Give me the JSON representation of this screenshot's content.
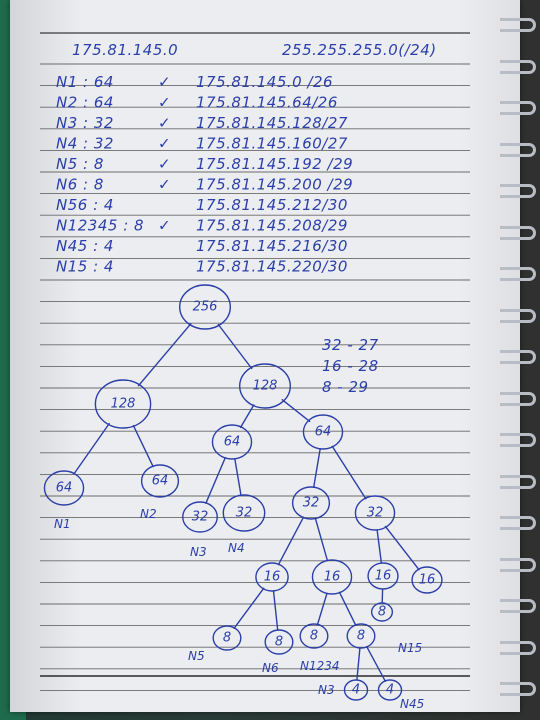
{
  "photo": {
    "subject": "spiral-notebook-page",
    "ink_color": "#2b3fa8",
    "paper_color": "#ecedf1",
    "rule_color": "#4a4a4a"
  },
  "header": {
    "network": "175.81.145.0",
    "mask": "255.255.255.0(/24)"
  },
  "subnets": [
    {
      "name": "N1 : 64",
      "check": "✓",
      "addr": "175.81.145.0 /26"
    },
    {
      "name": "N2 : 64",
      "check": "✓",
      "addr": "175.81.145.64/26"
    },
    {
      "name": "N3 : 32",
      "check": "✓",
      "addr": "175.81.145.128/27"
    },
    {
      "name": "N4 : 32",
      "check": "✓",
      "addr": "175.81.145.160/27"
    },
    {
      "name": "N5 : 8",
      "check": "✓",
      "addr": "175.81.145.192 /29"
    },
    {
      "name": "N6 : 8",
      "check": "✓",
      "addr": "175.81.145.200 /29"
    },
    {
      "name": "N56 : 4",
      "check": "",
      "addr": "175.81.145.212/30"
    },
    {
      "name": "N12345 : 8",
      "check": "✓",
      "addr": "175.81.145.208/29"
    },
    {
      "name": "N45 : 4",
      "check": "",
      "addr": "175.81.145.216/30"
    },
    {
      "name": "N15 : 4",
      "check": "",
      "addr": "175.81.145.220/30"
    }
  ],
  "prefix_notes": [
    "32 - 27",
    "16 - 28",
    "8 - 29"
  ],
  "tree": {
    "root": "256",
    "l1": [
      "128",
      "128"
    ],
    "l2": [
      "64",
      "64",
      "64",
      "64"
    ],
    "l3": [
      "32",
      "32",
      "32",
      "32"
    ],
    "l4": [
      "16",
      "16",
      "16",
      "16"
    ],
    "l5": [
      "8",
      "8",
      "8",
      "8",
      "8"
    ],
    "l6": [
      "4",
      "4"
    ],
    "labels": [
      "N1",
      "N2",
      "N3",
      "N4",
      "N5",
      "N6",
      "N1234",
      "N15",
      "N3",
      "N45"
    ]
  }
}
